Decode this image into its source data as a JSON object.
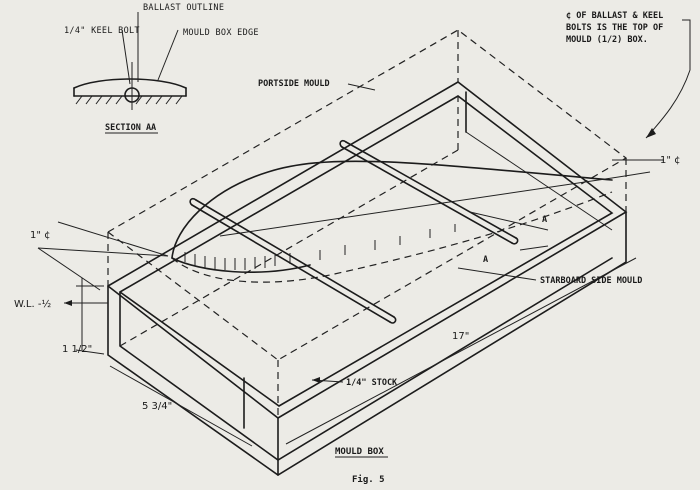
{
  "labels": {
    "ballast_outline": "BALLAST OUTLINE",
    "keel_bolt": "1/4\" KEEL BOLT",
    "mould_box_edge": "MOULD BOX EDGE",
    "section": "SECTION AA",
    "portside": "PORTSIDE MOULD",
    "note_line1": "¢ OF BALLAST & KEEL",
    "note_line2": "BOLTS IS THE TOP OF",
    "note_line3": "MOULD (1/2) BOX.",
    "starboard": "STARBOARD SIDE MOULD",
    "stock": "1/4\" STOCK",
    "title": "MOULD BOX",
    "fig": "Fig. 5",
    "dim_1c_left": "1\" ¢",
    "dim_1c_right": "1\" ¢",
    "dim_wl": "W.L. -½",
    "dim_height": "1 1/2\"",
    "dim_width": "5 3/4\"",
    "dim_length": "17\"",
    "section_mark_a": "A",
    "section_mark_a2": "A"
  },
  "icons": {
    "keel_bolt_section": "circle-bolt-icon",
    "ground_hatch": "hatch-icon"
  }
}
